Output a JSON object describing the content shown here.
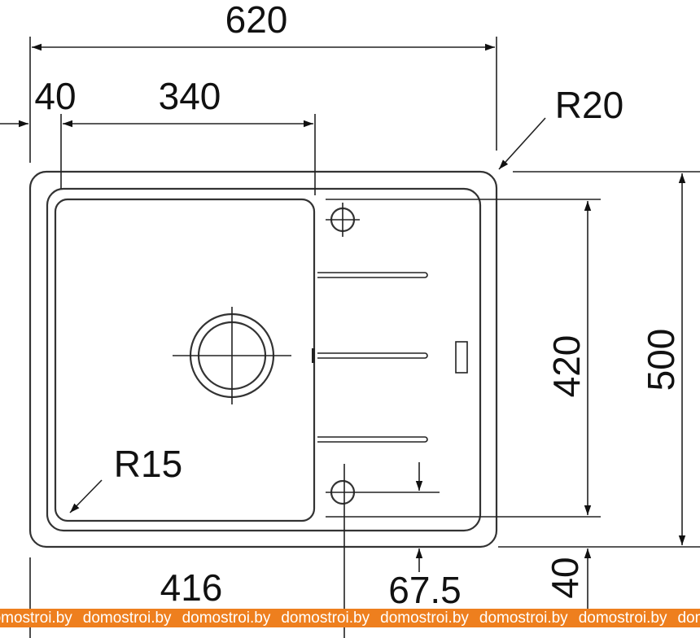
{
  "dimensions": {
    "overall_width": "620",
    "offset_left": "40",
    "bowl_width": "340",
    "corner_radius_outer": "R20",
    "overall_depth": "500",
    "inner_depth": "420",
    "corner_radius_bowl": "R15",
    "tap_hole_offset": "416",
    "tap_hole_from_edge": "67.5",
    "rim_front": "40"
  },
  "watermark": {
    "text": "domostroi.by",
    "repeat": 8,
    "color": "#ee7f1e"
  }
}
